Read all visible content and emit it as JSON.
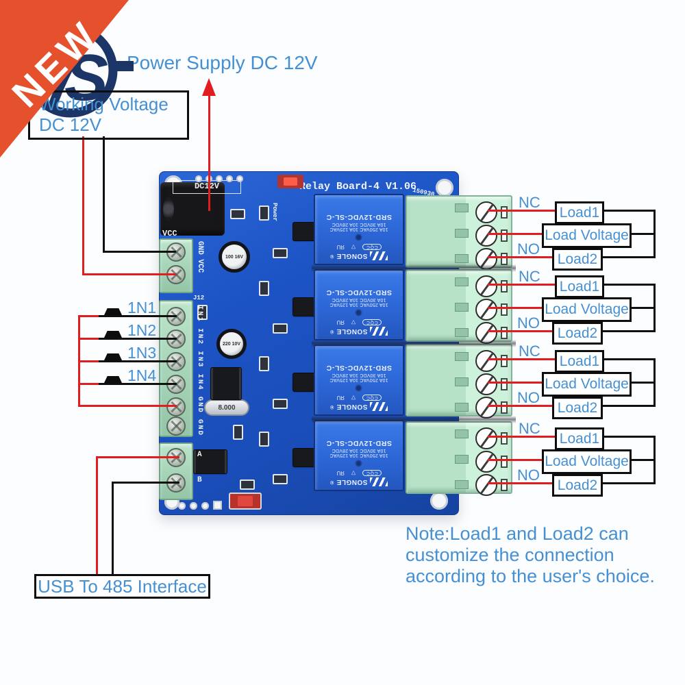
{
  "badge": {
    "label": "NEW",
    "color": "#e4512c"
  },
  "logo": {
    "letter": "S",
    "color": "#1a3566"
  },
  "labels": {
    "power_supply": "Power Supply DC 12V",
    "working_voltage_1": "Working Voltage",
    "working_voltage_2": "DC 12V",
    "usb": "USB To 485 Interface",
    "note_1": "Note:Load1 and Load2 can",
    "note_2": "customize the connection",
    "note_3": "according to the user's choice.",
    "text_color": "#4590d2",
    "wire_red": "#e21d20",
    "wire_black": "#101010"
  },
  "inputs": {
    "rows": [
      {
        "label": "1N1"
      },
      {
        "label": "1N2"
      },
      {
        "label": "1N3"
      },
      {
        "label": "1N4"
      }
    ]
  },
  "outputs": {
    "groups": [
      {
        "nc": "NC",
        "no": "NO",
        "load1": "Load1",
        "load_voltage": "Load Voltage",
        "load2": "Load2"
      },
      {
        "nc": "NC",
        "no": "NO",
        "load1": "Load1",
        "load_voltage": "Load Voltage",
        "load2": "Load2"
      },
      {
        "nc": "NC",
        "no": "NO",
        "load1": "Load1",
        "load_voltage": "Load Voltage",
        "load2": "Load2"
      },
      {
        "nc": "NC",
        "no": "NO",
        "load1": "Load1",
        "load_voltage": "Load Voltage",
        "load2": "Load2"
      }
    ]
  },
  "board": {
    "title": "Relay Board-4 V1.06",
    "date_code": "150930",
    "power_jack_label": "DC12V",
    "vcc_silk": "VCC",
    "gnd_vcc_silk": "GND VCC",
    "j12_silk": "J12",
    "input_silk": "IN1 IN2 IN3 IN4 GND GND",
    "a_silk": "A",
    "b_silk": "B",
    "power_silk": "Power",
    "cap1": "100 16V",
    "cap2": "220 10V",
    "crystal": "8.000",
    "relay": {
      "brand": "SONGLE",
      "reg": "®",
      "cert": "CQC",
      "tri": "▽",
      "ul": "ЯU",
      "ac": "10A 250VAC  10A 125VAC",
      "dc": "10A 30VDC  10A 28VDC",
      "model": "SRD-12VDC-SL-C"
    }
  }
}
